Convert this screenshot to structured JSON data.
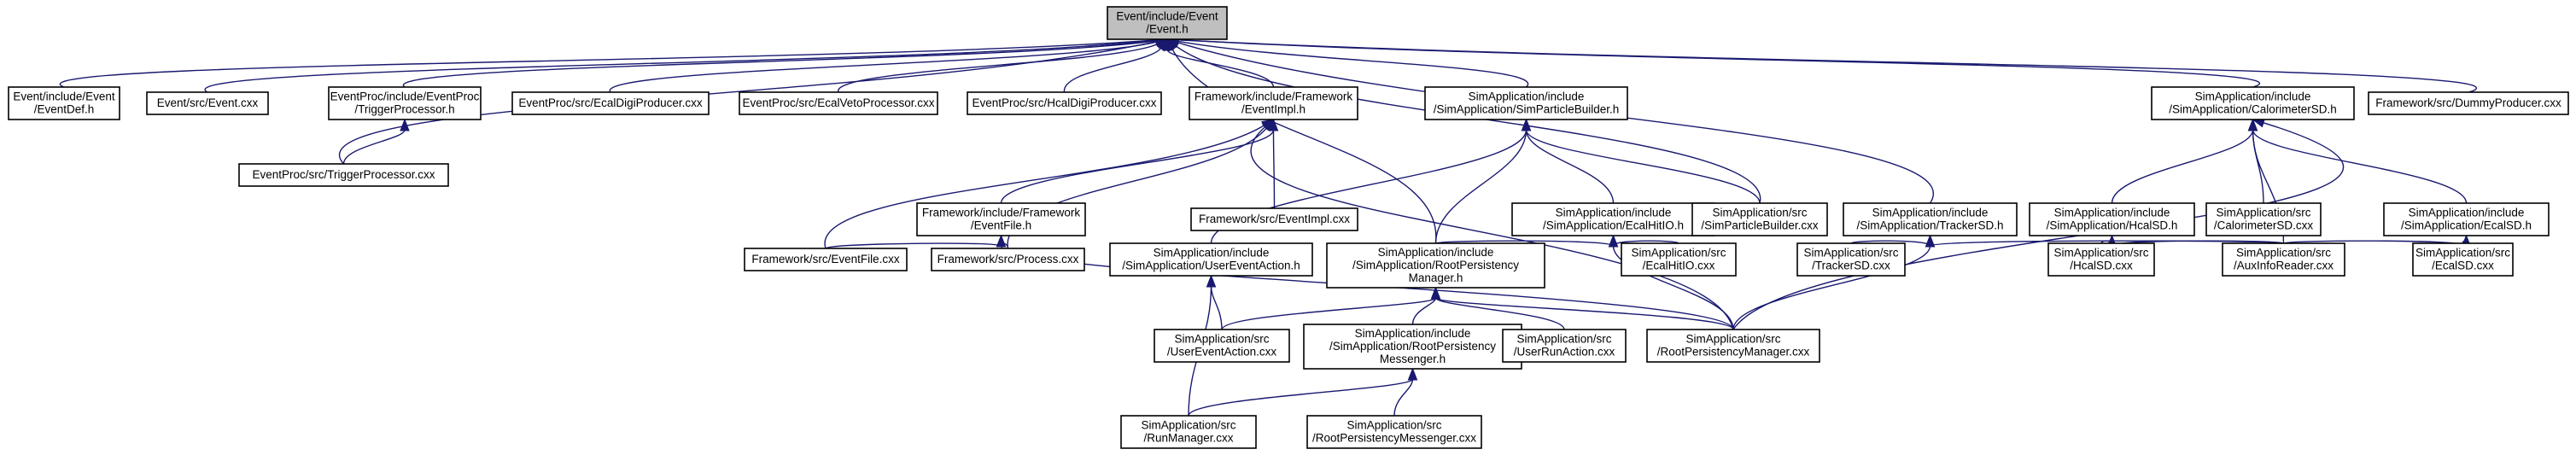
{
  "diagram": {
    "nodes": [
      {
        "id": "root",
        "lines": [
          "Event/include/Event",
          "/Event.h"
        ],
        "root": true
      },
      {
        "id": "evdef",
        "lines": [
          "Event/include/Event",
          "/EventDef.h"
        ]
      },
      {
        "id": "evcxx",
        "lines": [
          "Event/src/Event.cxx"
        ]
      },
      {
        "id": "tph",
        "lines": [
          "EventProc/include/EventProc",
          "/TriggerProcessor.h"
        ]
      },
      {
        "id": "ecdig",
        "lines": [
          "EventProc/src/EcalDigiProducer.cxx"
        ]
      },
      {
        "id": "ecvet",
        "lines": [
          "EventProc/src/EcalVetoProcessor.cxx"
        ]
      },
      {
        "id": "hcdig",
        "lines": [
          "EventProc/src/HcalDigiProducer.cxx"
        ]
      },
      {
        "id": "evimplh",
        "lines": [
          "Framework/include/Framework",
          "/EventImpl.h"
        ]
      },
      {
        "id": "spbh",
        "lines": [
          "SimApplication/include",
          "/SimApplication/SimParticleBuilder.h"
        ]
      },
      {
        "id": "calsdh",
        "lines": [
          "SimApplication/include",
          "/SimApplication/CalorimeterSD.h"
        ]
      },
      {
        "id": "dummy",
        "lines": [
          "Framework/src/DummyProducer.cxx"
        ]
      },
      {
        "id": "tpcxx",
        "lines": [
          "EventProc/src/TriggerProcessor.cxx"
        ]
      },
      {
        "id": "evfileh",
        "lines": [
          "Framework/include/Framework",
          "/EventFile.h"
        ]
      },
      {
        "id": "evimplcxx",
        "lines": [
          "Framework/src/EventImpl.cxx"
        ]
      },
      {
        "id": "echitioh",
        "lines": [
          "SimApplication/include",
          "/SimApplication/EcalHitIO.h"
        ]
      },
      {
        "id": "spbcxx",
        "lines": [
          "SimApplication/src",
          "/SimParticleBuilder.cxx"
        ]
      },
      {
        "id": "trksdh",
        "lines": [
          "SimApplication/include",
          "/SimApplication/TrackerSD.h"
        ]
      },
      {
        "id": "hcsdh",
        "lines": [
          "SimApplication/include",
          "/SimApplication/HcalSD.h"
        ]
      },
      {
        "id": "calsdcxx",
        "lines": [
          "SimApplication/src",
          "/CalorimeterSD.cxx"
        ]
      },
      {
        "id": "ecsdh",
        "lines": [
          "SimApplication/include",
          "/SimApplication/EcalSD.h"
        ]
      },
      {
        "id": "evfilecxx",
        "lines": [
          "Framework/src/EventFile.cxx"
        ]
      },
      {
        "id": "proccxx",
        "lines": [
          "Framework/src/Process.cxx"
        ]
      },
      {
        "id": "ueah",
        "lines": [
          "SimApplication/include",
          "/SimApplication/UserEventAction.h"
        ]
      },
      {
        "id": "rpmh",
        "lines": [
          "SimApplication/include",
          "/SimApplication/RootPersistency",
          "Manager.h"
        ]
      },
      {
        "id": "echitiocxx",
        "lines": [
          "SimApplication/src",
          "/EcalHitIO.cxx"
        ]
      },
      {
        "id": "trksdcxx",
        "lines": [
          "SimApplication/src",
          "/TrackerSD.cxx"
        ]
      },
      {
        "id": "hcsdcxx",
        "lines": [
          "SimApplication/src",
          "/HcalSD.cxx"
        ]
      },
      {
        "id": "auxcxx",
        "lines": [
          "SimApplication/src",
          "/AuxInfoReader.cxx"
        ]
      },
      {
        "id": "ecsdcxx",
        "lines": [
          "SimApplication/src",
          "/EcalSD.cxx"
        ]
      },
      {
        "id": "ueacxx",
        "lines": [
          "SimApplication/src",
          "/UserEventAction.cxx"
        ]
      },
      {
        "id": "rpmsgh",
        "lines": [
          "SimApplication/include",
          "/SimApplication/RootPersistency",
          "Messenger.h"
        ]
      },
      {
        "id": "uracxx",
        "lines": [
          "SimApplication/src",
          "/UserRunAction.cxx"
        ]
      },
      {
        "id": "rpmcxx",
        "lines": [
          "SimApplication/src",
          "/RootPersistencyManager.cxx"
        ]
      },
      {
        "id": "runmgr",
        "lines": [
          "SimApplication/src",
          "/RunManager.cxx"
        ]
      },
      {
        "id": "rpmsgcxx",
        "lines": [
          "SimApplication/src",
          "/RootPersistencyMessenger.cxx"
        ]
      }
    ]
  }
}
